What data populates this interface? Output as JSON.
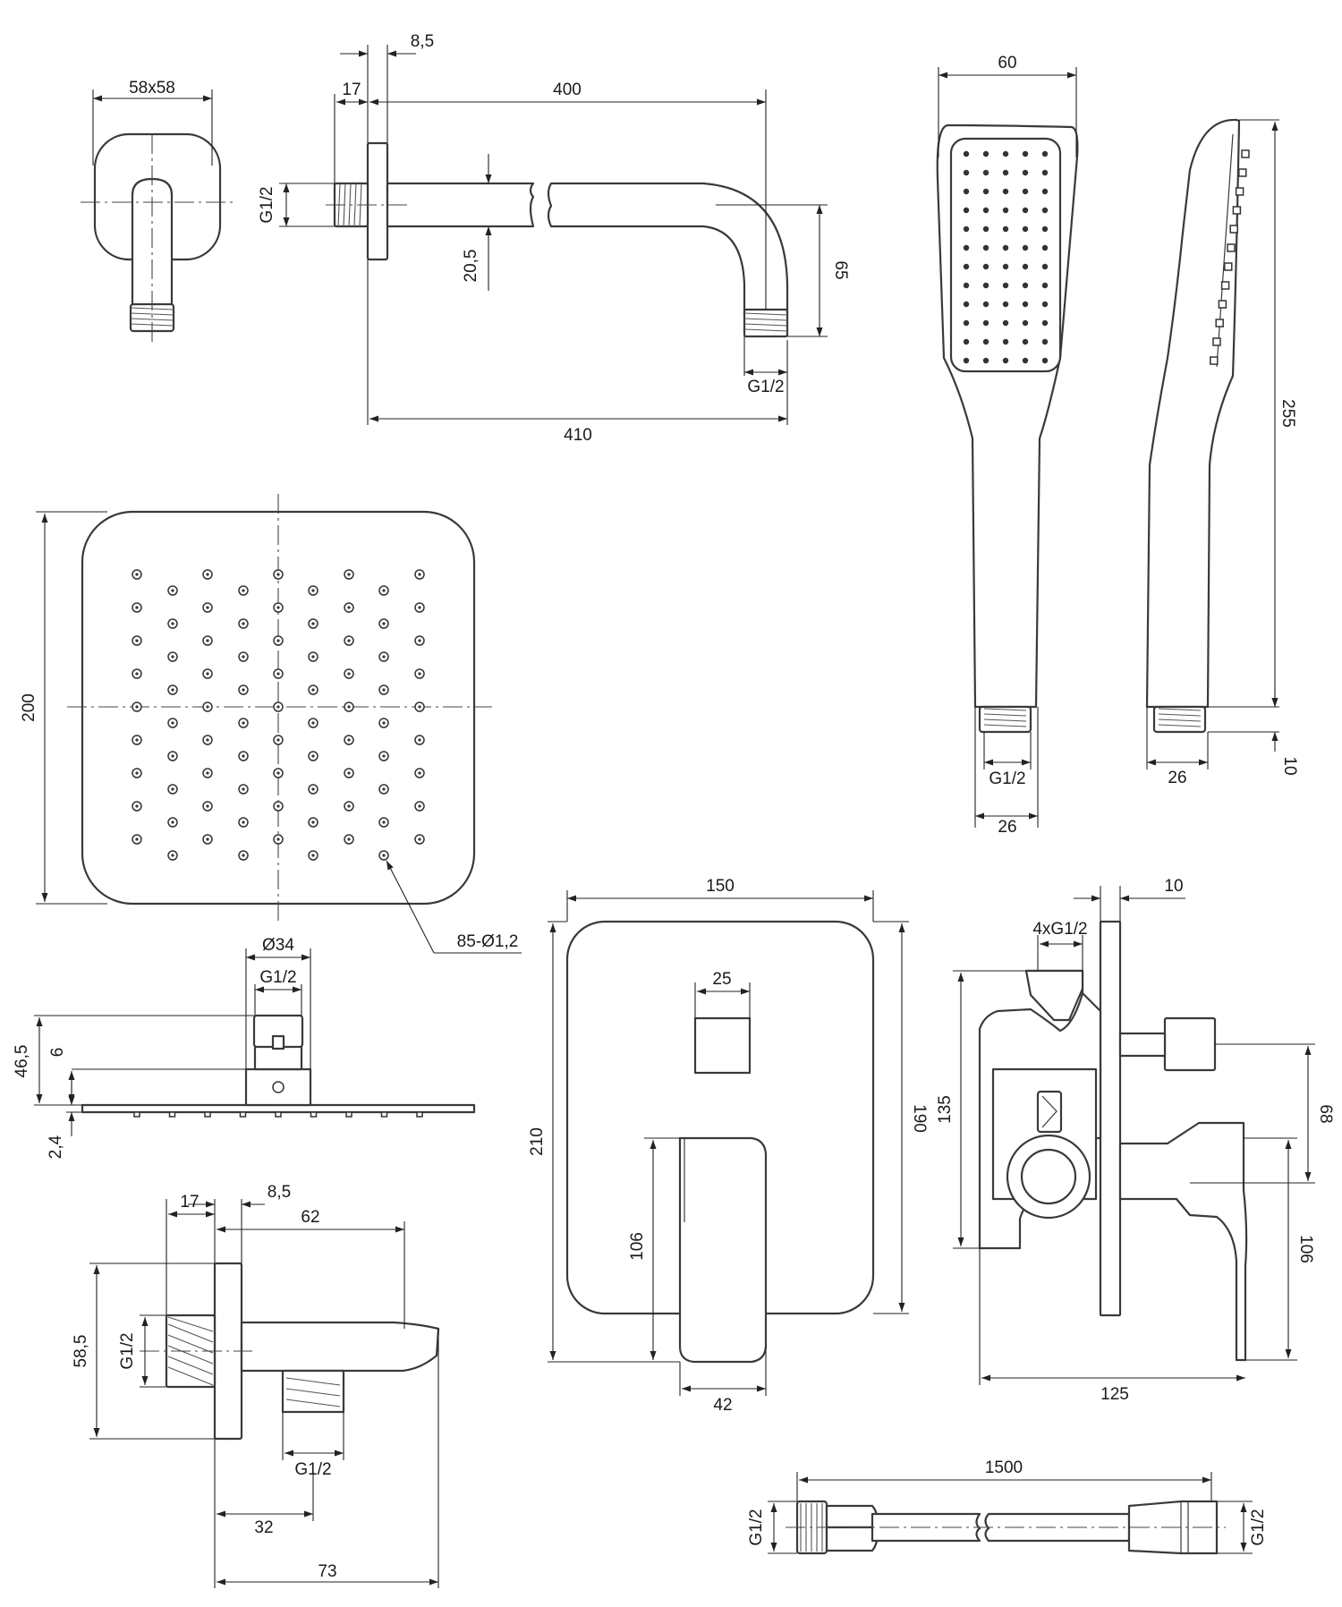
{
  "colors": {
    "line": "#3a3a3a",
    "background": "#ffffff"
  },
  "dimensions": {
    "wall_flange_size": "58x58",
    "arm_flange_thickness": "8,5",
    "arm_wall_depth": "17",
    "arm_length": "400",
    "arm_total_length": "410",
    "arm_drop": "65",
    "arm_tube_dia": "20,5",
    "arm_thread_inlet": "G1/2",
    "arm_thread_outlet": "G1/2",
    "hand_width": "60",
    "hand_length": "255",
    "hand_thread": "G1/2",
    "hand_base_front": "26",
    "hand_base_side": "26",
    "hand_nipple": "10",
    "head_size": "200",
    "head_nozzles": "85-Ø1,2",
    "head_connector_dia": "Ø34",
    "head_thread": "G1/2",
    "head_height": "46,5",
    "head_connector_drop": "6",
    "head_plate": "2,4",
    "plate_width": "150",
    "plate_height_outer": "210",
    "plate_height": "190",
    "diverter_size": "25",
    "lever_height": "106",
    "lever_width": "42",
    "valve_depth": "10",
    "valve_ports": "4xG1/2",
    "valve_height": "135",
    "valve_spacing": "68",
    "valve_lever_height": "106",
    "valve_total_depth": "125",
    "outlet_plate_thickness": "8,5",
    "outlet_wall_depth": "17",
    "outlet_length": "62",
    "outlet_height": "58,5",
    "outlet_thread_in": "G1/2",
    "outlet_thread_out": "G1/2",
    "outlet_offset": "32",
    "outlet_total": "73",
    "hose_length": "1500",
    "hose_thread_left": "G1/2",
    "hose_thread_right": "G1/2"
  }
}
